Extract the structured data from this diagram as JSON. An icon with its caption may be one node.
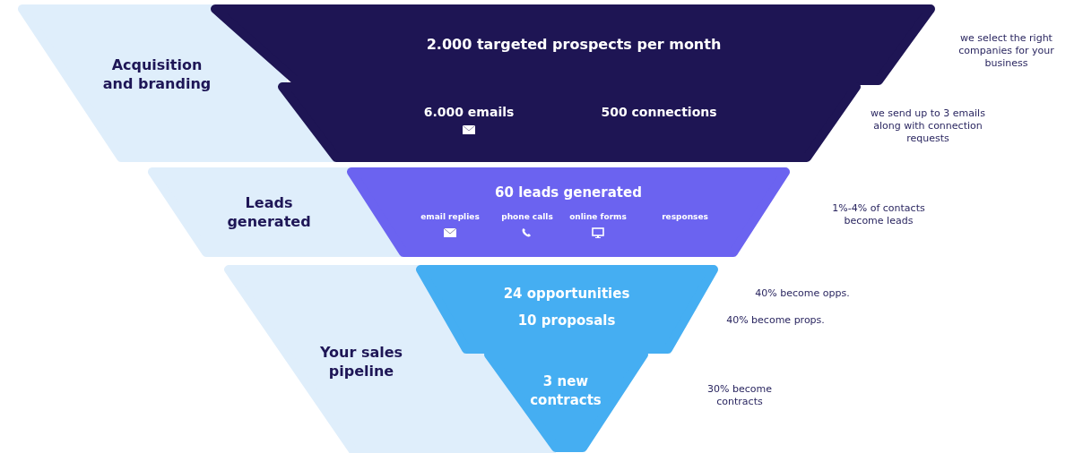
{
  "diagram": {
    "nodes": [
      {
        "text": [
          "Acquisition and branding"
        ]
      },
      {
        "text": [
          "2.000 targeted prospects per month"
        ]
      },
      {
        "text": [
          "6.000 emails",
          "500 connections"
        ]
      },
      {
        "text": [
          "Leads generated"
        ]
      },
      {
        "text": [
          "60 leads generated",
          "email replies",
          "phone calls",
          "online forms",
          "responses"
        ]
      },
      {
        "text": [
          "Your sales pipeline"
        ]
      },
      {
        "text": [
          "24 opportunities",
          "10 proposals"
        ]
      },
      {
        "text": [
          "3 new contracts"
        ]
      }
    ],
    "edges": [],
    "labels": [
      "we select the right companies for your business",
      "we send up to 3 emails along with connection requests",
      "1%-4% of contacts become leads",
      "40% become opps.",
      "40% become props.",
      "30% become contracts"
    ]
  }
}
